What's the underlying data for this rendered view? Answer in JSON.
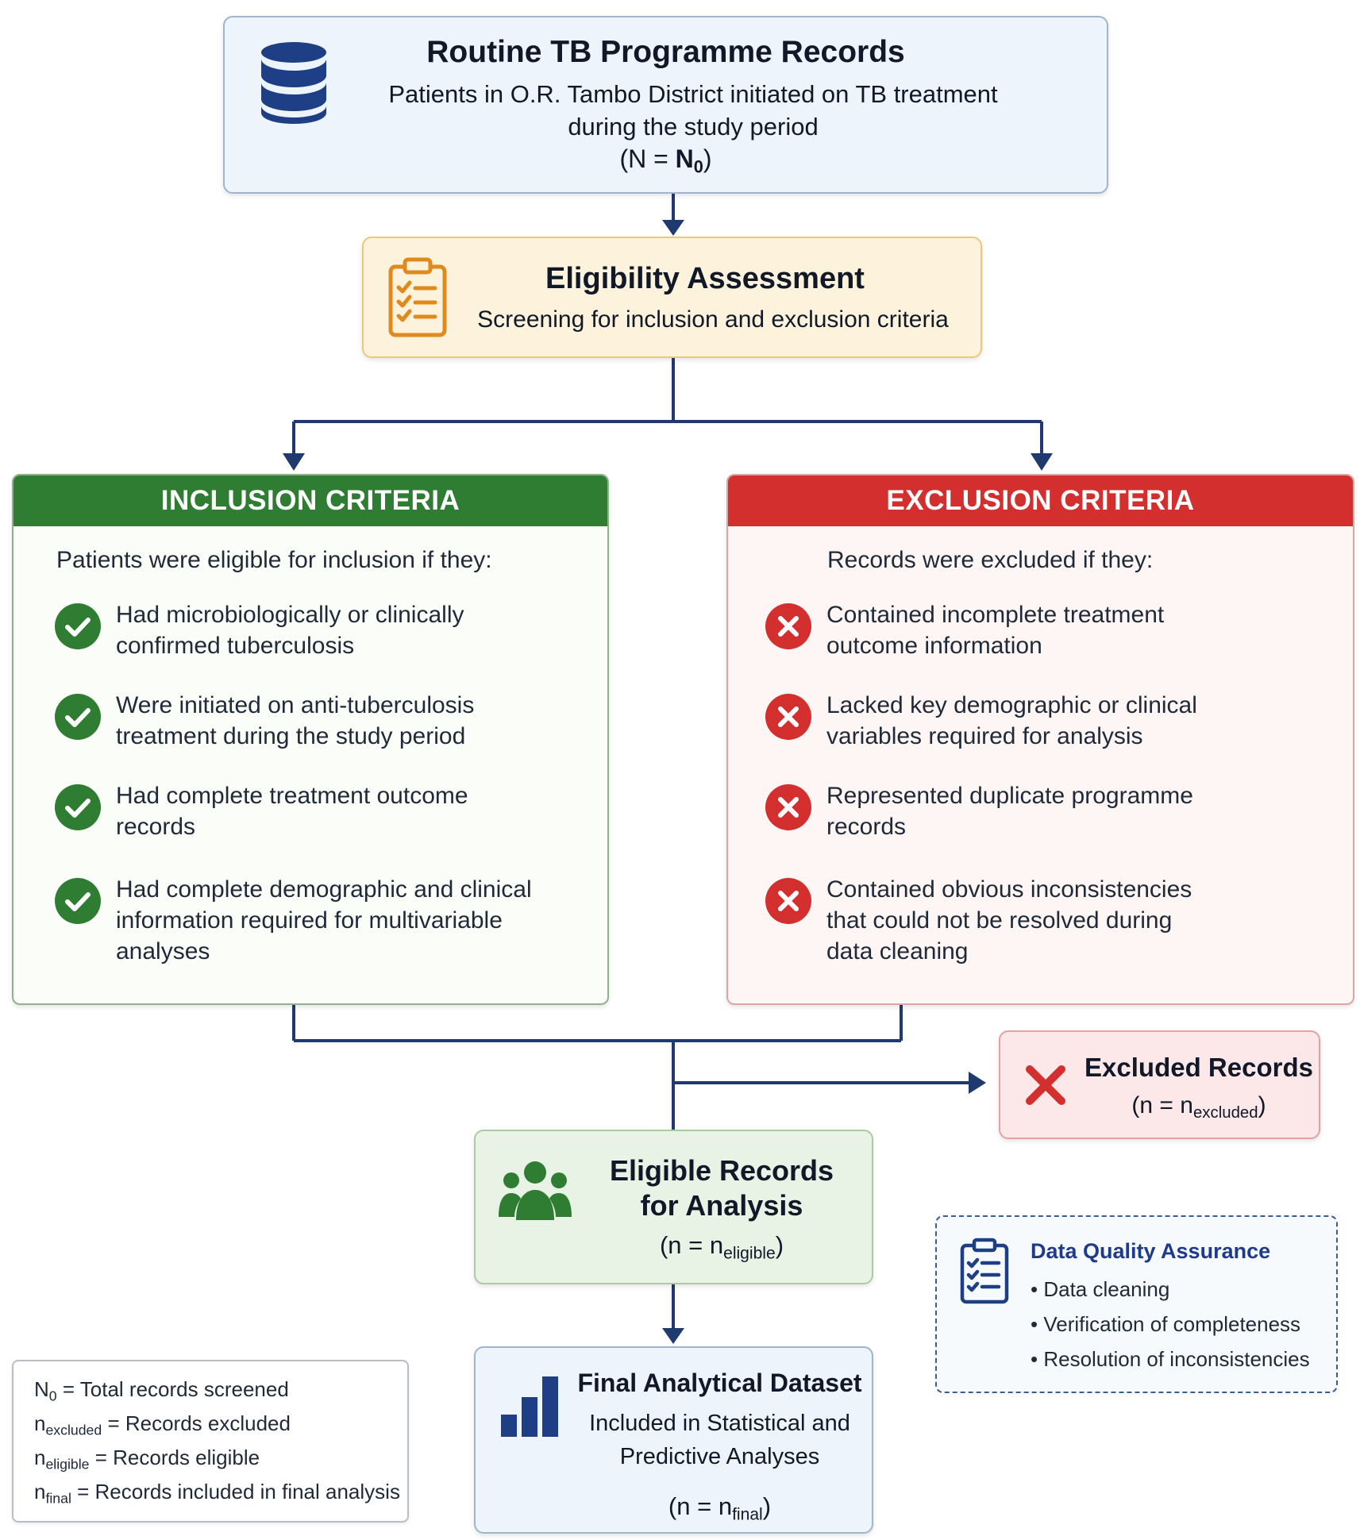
{
  "records": {
    "title": "Routine TB Programme Records",
    "subtitle_line1": "Patients in O.R. Tambo District initiated on TB treatment",
    "subtitle_line2": "during the study period",
    "n_prefix": "(N = ",
    "n_symbol": "N",
    "n_sub": "0",
    "n_suffix": ")",
    "icon": "database-icon"
  },
  "eligibility": {
    "title": "Eligibility Assessment",
    "subtitle": "Screening for inclusion and exclusion criteria",
    "icon": "clipboard-checklist-icon"
  },
  "inclusion": {
    "header": "INCLUSION CRITERIA",
    "intro": "Patients were eligible for inclusion if they:",
    "color": "#2e7d32",
    "items": [
      {
        "line1": "Had microbiologically or clinically",
        "line2": "confirmed tuberculosis"
      },
      {
        "line1": "Were initiated on anti-tuberculosis",
        "line2": "treatment during the study period"
      },
      {
        "line1": "Had complete treatment outcome",
        "line2": "records"
      },
      {
        "line1": "Had complete demographic and clinical",
        "line2": "information required for multivariable",
        "line3": "analyses"
      }
    ]
  },
  "exclusion": {
    "header": "EXCLUSION CRITERIA",
    "intro": "Records were excluded if they:",
    "color": "#d32f2f",
    "items": [
      {
        "line1": "Contained incomplete treatment",
        "line2": "outcome information"
      },
      {
        "line1": "Lacked key demographic or clinical",
        "line2": "variables required for analysis"
      },
      {
        "line1": "Represented duplicate programme",
        "line2": "records"
      },
      {
        "line1": "Contained obvious inconsistencies",
        "line2": "that could not be resolved during",
        "line3": "data cleaning"
      }
    ]
  },
  "excluded_records": {
    "title": "Excluded Records",
    "n_prefix": "(n = n",
    "n_sub": "excluded",
    "n_suffix": ")"
  },
  "eligible_records": {
    "title_line1": "Eligible Records",
    "title_line2": "for Analysis",
    "n_prefix": "(n = n",
    "n_sub": "eligible",
    "n_suffix": ")",
    "icon": "people-group-icon"
  },
  "final_dataset": {
    "title": "Final Analytical Dataset",
    "subtitle_line1": "Included in Statistical and",
    "subtitle_line2": "Predictive Analyses",
    "n_prefix": "(n = n",
    "n_sub": "final",
    "n_suffix": ")",
    "icon": "bar-chart-icon"
  },
  "quality": {
    "title": "Data Quality Assurance",
    "items": [
      "Data cleaning",
      "Verification of completeness",
      "Resolution of inconsistencies"
    ]
  },
  "legend": {
    "items": [
      {
        "symbol": "N",
        "sub": "0",
        "text": " = Total records screened"
      },
      {
        "symbol": "n",
        "sub": "excluded",
        "text": " = Records excluded"
      },
      {
        "symbol": "n",
        "sub": "eligible",
        "text": " = Records eligible"
      },
      {
        "symbol": "n",
        "sub": "final",
        "text": " = Records included in final analysis"
      }
    ]
  },
  "colors": {
    "connector": "#1f3a6e",
    "navy_icon": "#1e3f86",
    "inclusion_green": "#2e7d32",
    "exclusion_red": "#d32f2f",
    "eligibility_orange": "#e08a1e"
  }
}
